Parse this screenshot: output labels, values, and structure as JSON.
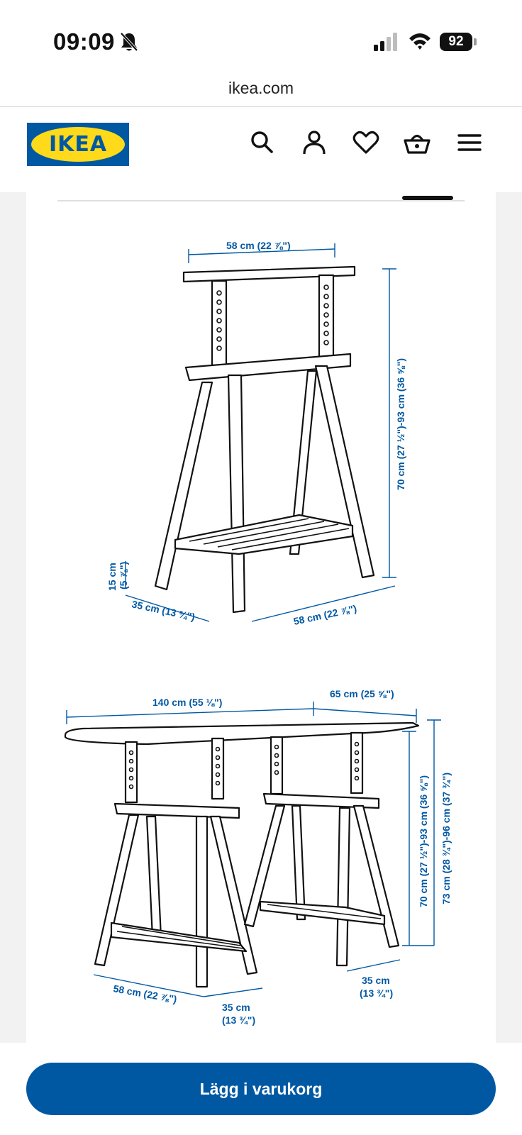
{
  "status_bar": {
    "time": "09:09",
    "battery": "92",
    "icons": [
      "bell-slash-icon",
      "cellular-signal-icon",
      "wifi-icon",
      "battery-icon"
    ]
  },
  "browser": {
    "url": "ikea.com"
  },
  "header": {
    "logo_text": "IKEA",
    "brand_colors": {
      "blue": "#0058a3",
      "yellow": "#ffda1a"
    },
    "icons": [
      "search-icon",
      "profile-icon",
      "heart-icon",
      "basket-icon",
      "menu-icon"
    ]
  },
  "product_images": {
    "trestle": {
      "width_top": "58 cm (22 ⅞\")",
      "height": "70 cm (27 ½\")-93 cm (36 ⅝\")",
      "shelf_height": "15 cm",
      "shelf_height_in": "(5 ⅞\")",
      "depth": "35 cm (13 ¾\")",
      "width_bottom": "58 cm (22 ⅞\")"
    },
    "desk": {
      "length": "140 cm (55 ⅛\")",
      "depth_top": "65 cm (25 ⅝\")",
      "height_trestle": "70 cm (27 ½\")-93 cm (36 ⅝\")",
      "height_total": "73 cm (28 ¾\")-96 cm (37 ¾\")",
      "depth_right": "35 cm",
      "depth_right_in": "(13 ¾\")",
      "width_bottom": "58 cm (22 ⅞\")",
      "depth_front": "35 cm",
      "depth_front_in": "(13 ¾\")"
    }
  },
  "cta": {
    "label": "Lägg i varukorg"
  }
}
